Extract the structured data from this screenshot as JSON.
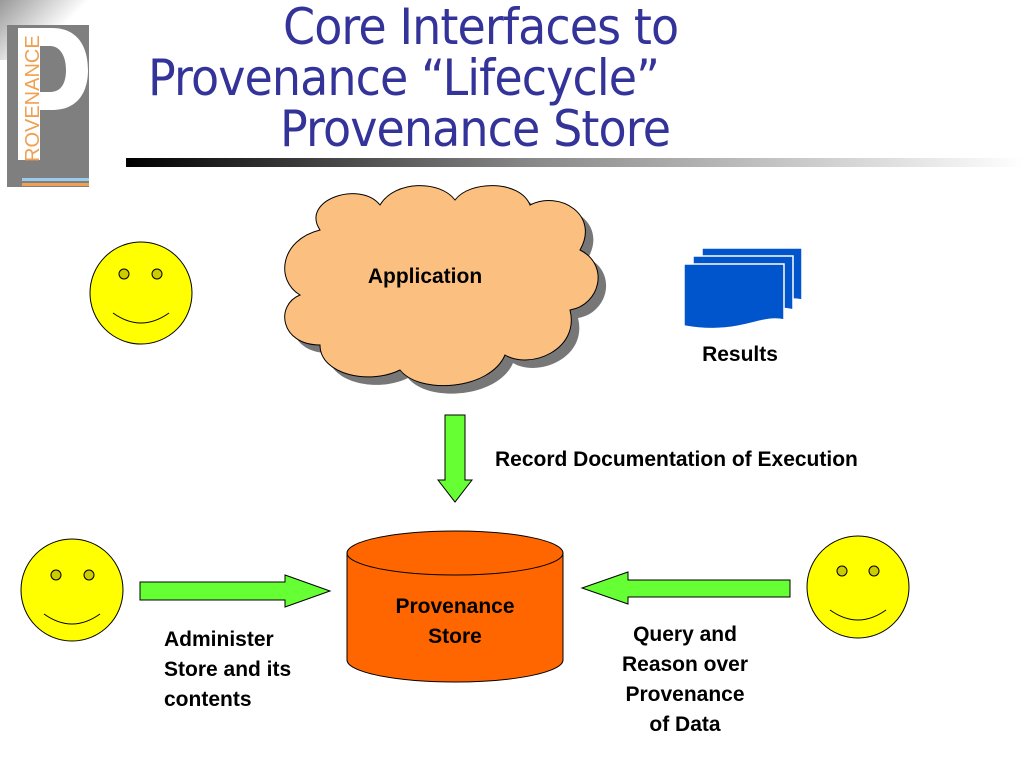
{
  "logo": {
    "letter": "P",
    "text": "ROVENANCE"
  },
  "title": {
    "line1": "Core Interfaces to",
    "line2": "Provenance “Lifecycle”",
    "line3": "Provenance Store"
  },
  "diagram": {
    "application": "Application",
    "results": "Results",
    "record": "Record Documentation of Execution",
    "store_line1": "Provenance",
    "store_line2": "Store",
    "administer": [
      "Administer",
      "Store and its",
      "contents"
    ],
    "query": [
      "Query and",
      "Reason over",
      "Provenance",
      "of Data"
    ]
  },
  "colors": {
    "title": "#333399",
    "cloud": "#fbbf7f",
    "store": "#ff6600",
    "arrow": "#66ff33",
    "face": "#ffff00",
    "document": "#0055cc"
  }
}
